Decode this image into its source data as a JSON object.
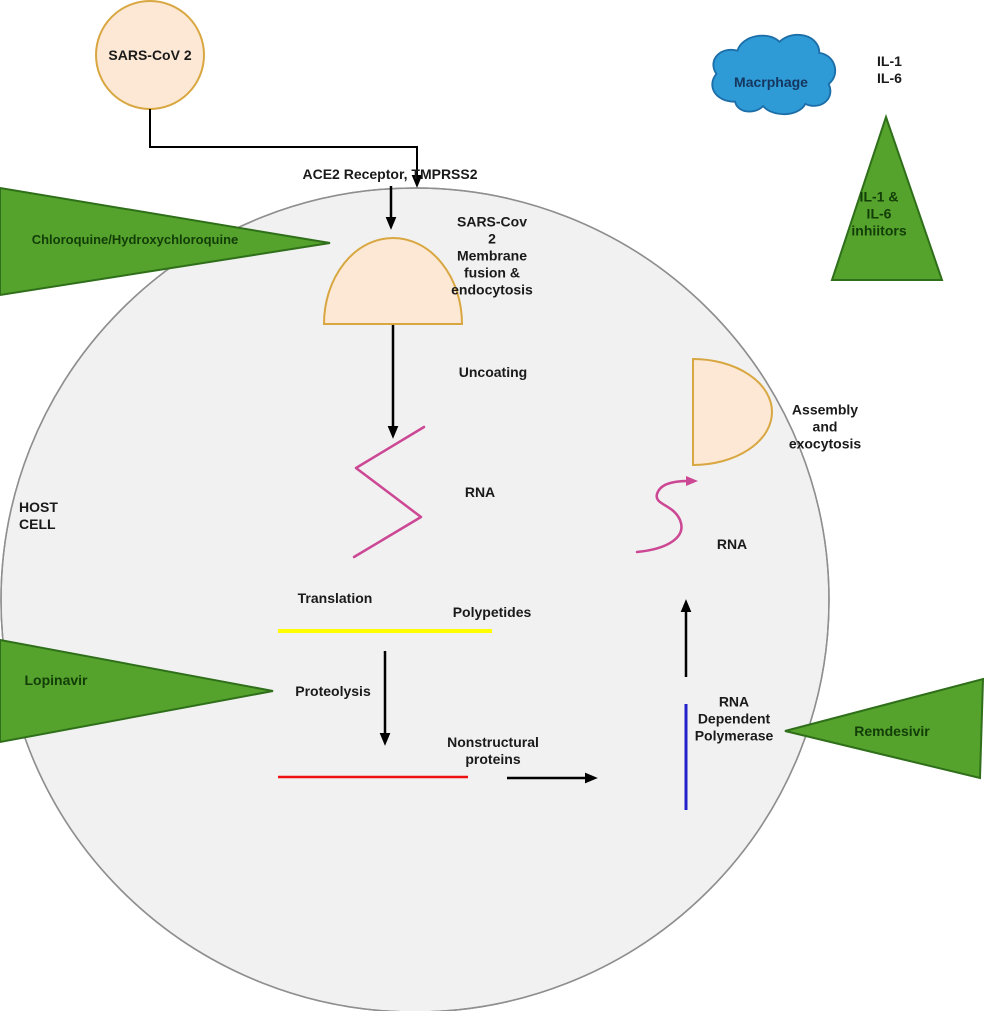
{
  "diagram_title": "SARS-CoV-2 life cycle in host cell with drug targets",
  "colors": {
    "cell_fill": "#f1f1f1",
    "cell_stroke": "#8f8f8f",
    "virus_fill": "#fce8d4",
    "virus_stroke": "#d9a741",
    "drug_fill": "#55a32c",
    "drug_stroke": "#2f6f1a",
    "cloud_fill": "#2e9ad6",
    "cloud_stroke": "#1c6ea8",
    "rna_pink": "#cc4794",
    "translation_yellow": "#ffff00",
    "nonstructural_red": "#ee1111",
    "polymerase_blue": "#2121cc",
    "arrow_black": "#000000"
  },
  "labels": {
    "virus": "SARS-CoV 2",
    "macrophage": "Macrphage",
    "cytokines": "IL-1\nIL-6",
    "il_inhibitors": "IL-1 &\nIL-6\ninhiitors",
    "chloroquine": "Chloroquine/Hydroxychloroquine",
    "ace2": "ACE2 Receptor, TMPRSS2",
    "entry": "SARS-Cov\n2\nMembrane\nfusion &\nendocytosis",
    "uncoating": "Uncoating",
    "rna_genome": "RNA",
    "host_cell": "HOST\nCELL",
    "translation": "Translation",
    "polypeptides": "Polypetides",
    "proteolysis": "Proteolysis",
    "lopinavir": "Lopinavir",
    "nonstructural": "Nonstructural\nproteins",
    "rdrp": "RNA\nDependent\nPolymerase",
    "remdesivir": "Remdesivir",
    "rna_new": "RNA",
    "assembly": "Assembly\nand\nexocytosis"
  }
}
